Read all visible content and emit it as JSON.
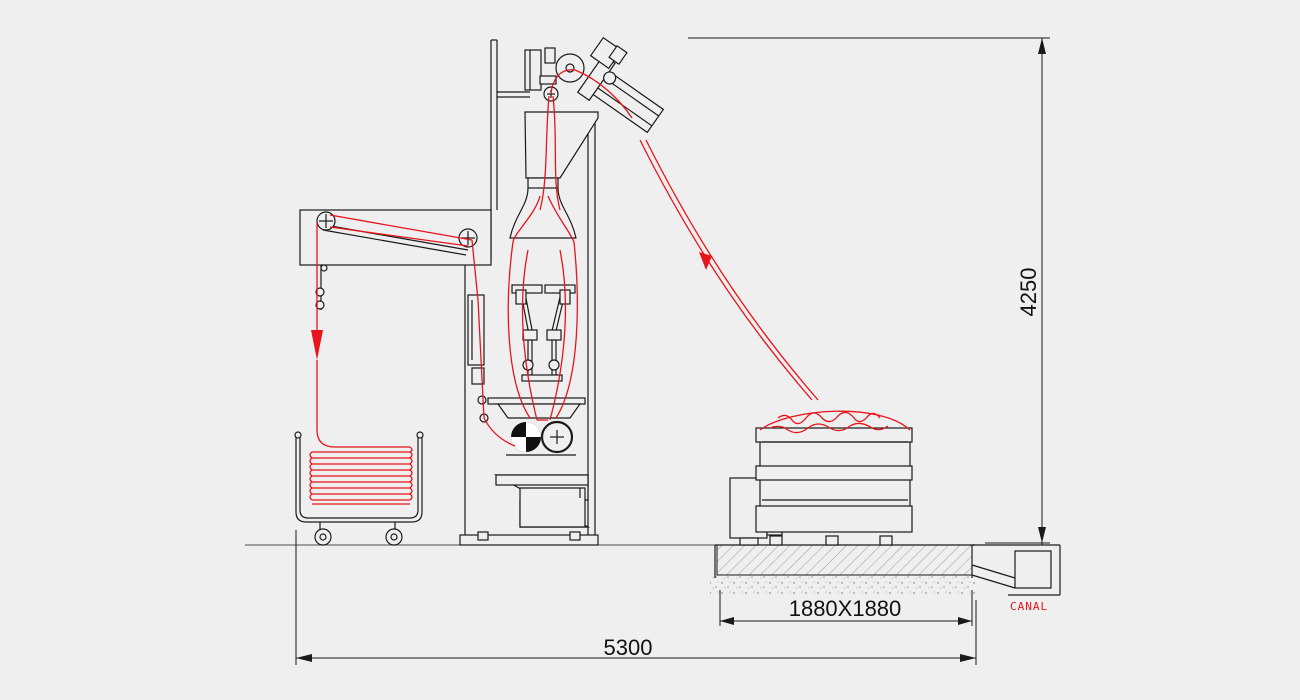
{
  "dimensions": {
    "total_length": "5300",
    "height": "4250",
    "base_size": "1880X1880"
  },
  "labels": {
    "canal": "CANAL"
  },
  "colors": {
    "background": "#efefef",
    "line": "#1a1a1a",
    "product_path": "#e8141b"
  }
}
